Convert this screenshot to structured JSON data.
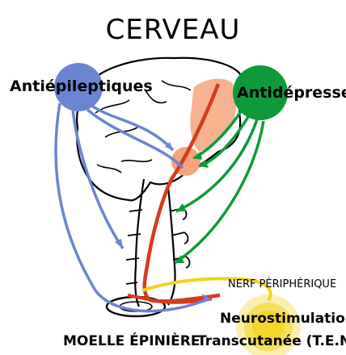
{
  "title": "CERVEAU",
  "labels": {
    "antiepileptic": "Antiépileptiques",
    "antidepressant": "Antidépresseurs",
    "peripheral_nerve": "NERF PÉRIPHÉRIQUE",
    "tens_line1": "Neurostimulation",
    "tens_line2": "Transcutanée (T.E.N.S)",
    "spinal_cord": "MOELLE ÉPINIÈRE"
  },
  "colors": {
    "antiepileptic": "#6a85d2",
    "antidepressant": "#0f9a3a",
    "pain_path": "#d63a1f",
    "tens": "#f4d21c",
    "brain_highlight": "#f5a47b"
  }
}
